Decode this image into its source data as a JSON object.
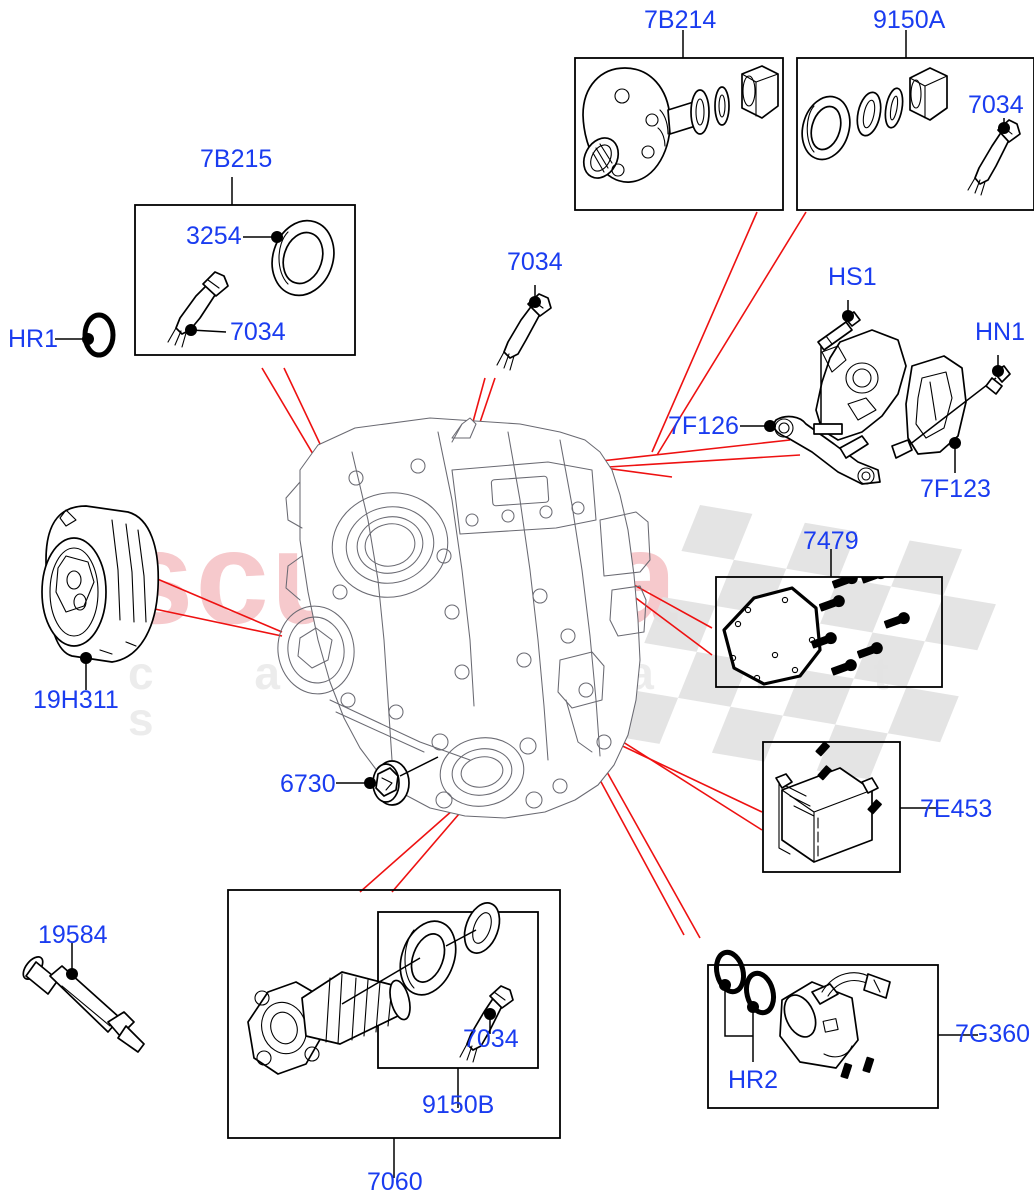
{
  "diagram": {
    "title": "Transfer Case Components Exploded Parts Diagram",
    "watermark_primary": "scuderia",
    "watermark_secondary": "c a r   p a r t s",
    "colors": {
      "label_blue": "#1a3cf0",
      "leader_red": "#ee1111",
      "part_outline_black": "#000000",
      "housing_gray": "#6a6a72",
      "watermark_pink": "#f6c9cc",
      "watermark_gray": "#ececec",
      "background": "#ffffff"
    }
  },
  "labels": {
    "b7B215": "7B215",
    "b3254": "3254",
    "b7034_box1": "7034",
    "bHR1": "HR1",
    "b7B214": "7B214",
    "b9150A": "9150A",
    "b7034_9150A": "7034",
    "b7034_case": "7034",
    "bHS1": "HS1",
    "bHN1": "HN1",
    "b7F126": "7F126",
    "b7F123": "7F123",
    "b7479": "7479",
    "b7E453": "7E453",
    "b19H311": "19H311",
    "b6730": "6730",
    "b19584": "19584",
    "b7060": "7060",
    "b9150B": "9150B",
    "b7034_9150B": "7034",
    "b7G360": "7G360",
    "bHR2": "HR2"
  },
  "parts": [
    {
      "id": "7B215",
      "name": "front-output-seal-kit",
      "kind": "boxed-assembly"
    },
    {
      "id": "3254",
      "name": "oil-seal",
      "kind": "component"
    },
    {
      "id": "7034",
      "name": "speed-sensor",
      "kind": "component"
    },
    {
      "id": "HR1",
      "name": "o-ring",
      "kind": "component"
    },
    {
      "id": "7B214",
      "name": "front-output-flange-assembly",
      "kind": "boxed-assembly"
    },
    {
      "id": "9150A",
      "name": "rear-seal-and-nut-kit",
      "kind": "boxed-assembly"
    },
    {
      "id": "HS1",
      "name": "mount-bolt",
      "kind": "fastener"
    },
    {
      "id": "HN1",
      "name": "mount-nut",
      "kind": "fastener"
    },
    {
      "id": "7F126",
      "name": "mounting-bracket",
      "kind": "component"
    },
    {
      "id": "7F123",
      "name": "rear-mount-insulator",
      "kind": "component"
    },
    {
      "id": "7479",
      "name": "gasket-and-bolt-kit",
      "kind": "boxed-assembly"
    },
    {
      "id": "7E453",
      "name": "transfer-case-control-module",
      "kind": "boxed-assembly"
    },
    {
      "id": "19H311",
      "name": "oil-pump-cover",
      "kind": "component"
    },
    {
      "id": "6730",
      "name": "drain-fill-plug",
      "kind": "component"
    },
    {
      "id": "19584",
      "name": "sealant-applicator",
      "kind": "component"
    },
    {
      "id": "7060",
      "name": "output-shaft-flange-assembly",
      "kind": "boxed-assembly"
    },
    {
      "id": "9150B",
      "name": "output-seal-kit",
      "kind": "boxed-assembly"
    },
    {
      "id": "7G360",
      "name": "shift-actuator-motor",
      "kind": "boxed-assembly"
    },
    {
      "id": "HR2",
      "name": "o-ring-pair",
      "kind": "component"
    }
  ]
}
